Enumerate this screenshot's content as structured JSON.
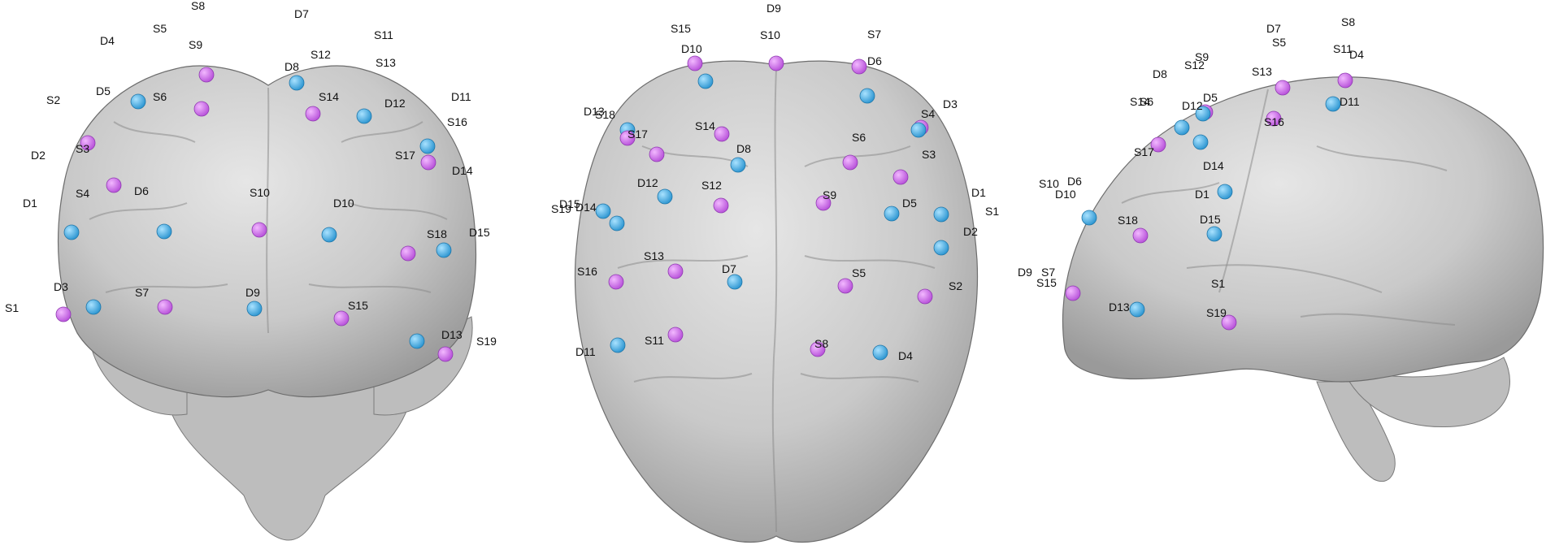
{
  "colors": {
    "source": "#cc66ee",
    "detector": "#3aaee8",
    "brain": "#cfcfcf",
    "label": "#111111"
  },
  "views": [
    {
      "view": "frontal",
      "optodes": [
        {
          "id": "S8",
          "type": "source"
        },
        {
          "id": "D7",
          "type": "detector"
        },
        {
          "id": "D4",
          "type": "detector"
        },
        {
          "id": "S5",
          "type": "source"
        },
        {
          "id": "S9",
          "type": "source"
        },
        {
          "id": "S11",
          "type": "source"
        },
        {
          "id": "S12",
          "type": "source"
        },
        {
          "id": "S13",
          "type": "source"
        },
        {
          "id": "D8",
          "type": "detector"
        },
        {
          "id": "D5",
          "type": "detector"
        },
        {
          "id": "S6",
          "type": "source"
        },
        {
          "id": "S2",
          "type": "source"
        },
        {
          "id": "S14",
          "type": "source"
        },
        {
          "id": "D12",
          "type": "detector"
        },
        {
          "id": "D11",
          "type": "detector"
        },
        {
          "id": "S16",
          "type": "source"
        },
        {
          "id": "S3",
          "type": "source"
        },
        {
          "id": "D2",
          "type": "detector"
        },
        {
          "id": "S17",
          "type": "source"
        },
        {
          "id": "D14",
          "type": "detector"
        },
        {
          "id": "S4",
          "type": "source"
        },
        {
          "id": "D6",
          "type": "detector"
        },
        {
          "id": "D1",
          "type": "detector"
        },
        {
          "id": "S10",
          "type": "source"
        },
        {
          "id": "D10",
          "type": "detector"
        },
        {
          "id": "S18",
          "type": "source"
        },
        {
          "id": "D15",
          "type": "detector"
        },
        {
          "id": "D3",
          "type": "detector"
        },
        {
          "id": "S7",
          "type": "source"
        },
        {
          "id": "D9",
          "type": "detector"
        },
        {
          "id": "S1",
          "type": "source"
        },
        {
          "id": "S15",
          "type": "source"
        },
        {
          "id": "D13",
          "type": "detector"
        },
        {
          "id": "S19",
          "type": "source"
        }
      ]
    },
    {
      "view": "top",
      "optodes": [
        {
          "id": "D9",
          "type": "detector"
        },
        {
          "id": "S15",
          "type": "source"
        },
        {
          "id": "S10",
          "type": "source"
        },
        {
          "id": "S7",
          "type": "source"
        },
        {
          "id": "D10",
          "type": "detector"
        },
        {
          "id": "D6",
          "type": "detector"
        },
        {
          "id": "D13",
          "type": "detector"
        },
        {
          "id": "S18",
          "type": "source"
        },
        {
          "id": "S4",
          "type": "source"
        },
        {
          "id": "D3",
          "type": "detector"
        },
        {
          "id": "S14",
          "type": "source"
        },
        {
          "id": "S17",
          "type": "source"
        },
        {
          "id": "D8",
          "type": "detector"
        },
        {
          "id": "S6",
          "type": "source"
        },
        {
          "id": "S3",
          "type": "source"
        },
        {
          "id": "D12",
          "type": "detector"
        },
        {
          "id": "S12",
          "type": "source"
        },
        {
          "id": "S9",
          "type": "source"
        },
        {
          "id": "D5",
          "type": "detector"
        },
        {
          "id": "D1",
          "type": "detector"
        },
        {
          "id": "S1",
          "type": "source"
        },
        {
          "id": "D15",
          "type": "detector"
        },
        {
          "id": "S19",
          "type": "source"
        },
        {
          "id": "D14",
          "type": "detector"
        },
        {
          "id": "D2",
          "type": "detector"
        },
        {
          "id": "S13",
          "type": "source"
        },
        {
          "id": "S16",
          "type": "source"
        },
        {
          "id": "D7",
          "type": "detector"
        },
        {
          "id": "S5",
          "type": "source"
        },
        {
          "id": "S2",
          "type": "source"
        },
        {
          "id": "S11",
          "type": "source"
        },
        {
          "id": "D11",
          "type": "detector"
        },
        {
          "id": "S8",
          "type": "source"
        },
        {
          "id": "D4",
          "type": "detector"
        }
      ]
    },
    {
      "view": "lateral",
      "optodes": [
        {
          "id": "D7",
          "type": "detector"
        },
        {
          "id": "S8",
          "type": "source"
        },
        {
          "id": "S5",
          "type": "source"
        },
        {
          "id": "S11",
          "type": "source"
        },
        {
          "id": "D4",
          "type": "detector"
        },
        {
          "id": "S9",
          "type": "source"
        },
        {
          "id": "S12",
          "type": "source"
        },
        {
          "id": "D8",
          "type": "detector"
        },
        {
          "id": "S13",
          "type": "source"
        },
        {
          "id": "S14",
          "type": "source"
        },
        {
          "id": "S6",
          "type": "source"
        },
        {
          "id": "D5",
          "type": "detector"
        },
        {
          "id": "D12",
          "type": "detector"
        },
        {
          "id": "D11",
          "type": "detector"
        },
        {
          "id": "S16",
          "type": "source"
        },
        {
          "id": "S17",
          "type": "source"
        },
        {
          "id": "D14",
          "type": "detector"
        },
        {
          "id": "S10",
          "type": "source"
        },
        {
          "id": "D6",
          "type": "detector"
        },
        {
          "id": "D10",
          "type": "detector"
        },
        {
          "id": "D1",
          "type": "detector"
        },
        {
          "id": "S18",
          "type": "source"
        },
        {
          "id": "D15",
          "type": "detector"
        },
        {
          "id": "D9",
          "type": "detector"
        },
        {
          "id": "S7",
          "type": "source"
        },
        {
          "id": "S15",
          "type": "source"
        },
        {
          "id": "S1",
          "type": "source"
        },
        {
          "id": "D13",
          "type": "detector"
        },
        {
          "id": "S19",
          "type": "source"
        }
      ]
    }
  ]
}
